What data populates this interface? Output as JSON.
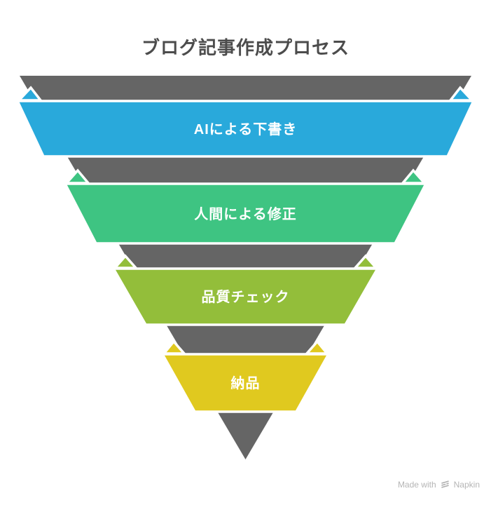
{
  "title": "ブログ記事作成プロセス",
  "funnel": {
    "background_color": "#656565",
    "levels": [
      {
        "label": "AIによる下書き",
        "color": "#29A9DB"
      },
      {
        "label": "人間による修正",
        "color": "#3EC482"
      },
      {
        "label": "品質チェック",
        "color": "#93BE3A"
      },
      {
        "label": "納品",
        "color": "#E0C91F"
      }
    ]
  },
  "colors": {
    "page_background": "#FFFFFF",
    "title_text": "#4C4C4C",
    "band_label_text": "#FFFFFF",
    "watermark_text": "#B5B5B5"
  },
  "watermark": {
    "prefix": "Made with",
    "brand": "Napkin",
    "icon": "napkin-logo-icon"
  }
}
